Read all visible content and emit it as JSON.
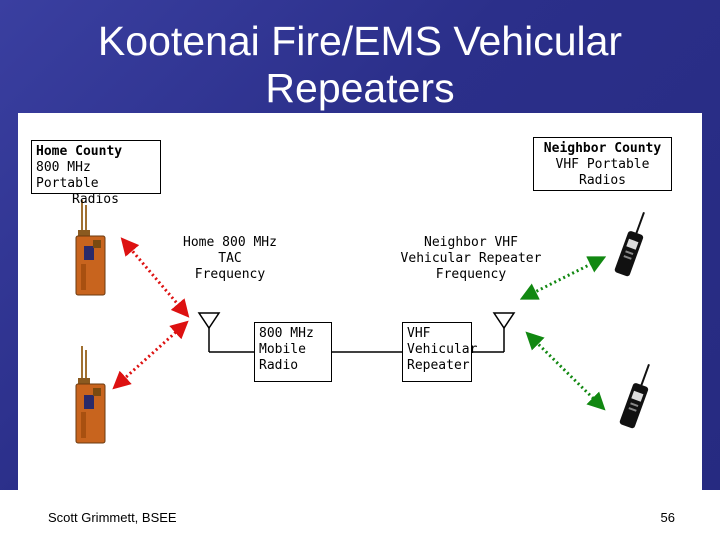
{
  "title": {
    "line1": "Kootenai Fire/EMS Vehicular",
    "line2": "Repeaters"
  },
  "home_county": {
    "heading": "Home County",
    "line1": "800 MHz Portable",
    "line2": "Radios"
  },
  "neighbor_county": {
    "heading": "Neighbor County",
    "line1": "VHF Portable",
    "line2": "Radios"
  },
  "home_frequency": {
    "line1": "Home 800 MHz",
    "line2": "TAC",
    "line3": "Frequency"
  },
  "neighbor_frequency": {
    "line1": "Neighbor VHF",
    "line2": "Vehicular Repeater",
    "line3": "Frequency"
  },
  "mobile_radio": {
    "line1": "800 MHz",
    "line2": "Mobile",
    "line3": "Radio"
  },
  "vhf_repeater": {
    "line1": "VHF",
    "line2": "Vehicular",
    "line3": "Repeater"
  },
  "footer": {
    "author": "Scott Grimmett, BSEE",
    "page_number": "56"
  },
  "colors": {
    "background": "#2b2f8a",
    "home_link": "#dd1111",
    "neighbor_link": "#118811",
    "home_radio": "#c8641e",
    "neighbor_radio": "#111111"
  }
}
